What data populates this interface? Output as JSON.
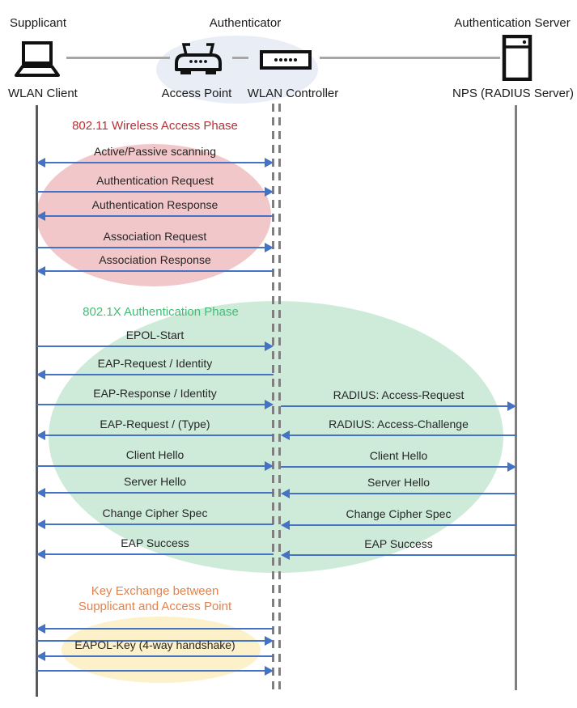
{
  "actors": {
    "supplicant": {
      "role": "Supplicant",
      "device": "WLAN Client"
    },
    "authenticator": {
      "role": "Authenticator",
      "access_point": "Access Point",
      "wlan_controller": "WLAN Controller"
    },
    "authentication_server": {
      "role": "Authentication Server",
      "device": "NPS (RADIUS Server)"
    }
  },
  "phases": {
    "wireless_access": {
      "title": "802.11 Wireless Access Phase",
      "text_color": "#b63136",
      "fill_color": "#f1c7ca"
    },
    "authentication": {
      "title": "802.1X Authentication Phase",
      "text_color": "#3fbe75",
      "fill_color": "#ceebda"
    },
    "key_exchange": {
      "title_line1": "Key Exchange between",
      "title_line2": "Supplicant and Access Point",
      "text_color": "#e2834e",
      "fill_color": "#fdf1c9"
    }
  },
  "messages": {
    "client_ap": [
      {
        "label": "Active/Passive scanning",
        "direction": "both"
      },
      {
        "label": "Authentication Request",
        "direction": "right"
      },
      {
        "label": "Authentication Response",
        "direction": "left"
      },
      {
        "label": "Association Request",
        "direction": "right"
      },
      {
        "label": "Association Response",
        "direction": "left"
      },
      {
        "label": "EPOL-Start",
        "direction": "right"
      },
      {
        "label": "EAP-Request / Identity",
        "direction": "left"
      },
      {
        "label": "EAP-Response / Identity",
        "direction": "right"
      },
      {
        "label": "EAP-Request / (Type)",
        "direction": "left"
      },
      {
        "label": "Client Hello",
        "direction": "right"
      },
      {
        "label": "Server Hello",
        "direction": "left"
      },
      {
        "label": "Change Cipher Spec",
        "direction": "left"
      },
      {
        "label": "EAP Success",
        "direction": "left"
      },
      {
        "label": "",
        "direction": "left"
      },
      {
        "label": "",
        "direction": "right"
      },
      {
        "label": "EAPOL-Key (4-way handshake)",
        "direction": "left"
      },
      {
        "label": "",
        "direction": "right"
      }
    ],
    "controller_server": [
      {
        "label": "RADIUS: Access-Request",
        "direction": "right"
      },
      {
        "label": "RADIUS: Access-Challenge",
        "direction": "left"
      },
      {
        "label": "Client Hello",
        "direction": "right"
      },
      {
        "label": "Server Hello",
        "direction": "left"
      },
      {
        "label": "Change Cipher Spec",
        "direction": "left"
      },
      {
        "label": "EAP Success",
        "direction": "left"
      }
    ]
  },
  "colors": {
    "arrow": "#4472c4",
    "lifeline_left": "#595959",
    "lifeline_right": "#7f7f7f",
    "dashed_lifeline": "#7f7f7f",
    "connector": "#a6a6a6",
    "authenticator_highlight": "#e9edf6",
    "message_text": "#262626"
  }
}
